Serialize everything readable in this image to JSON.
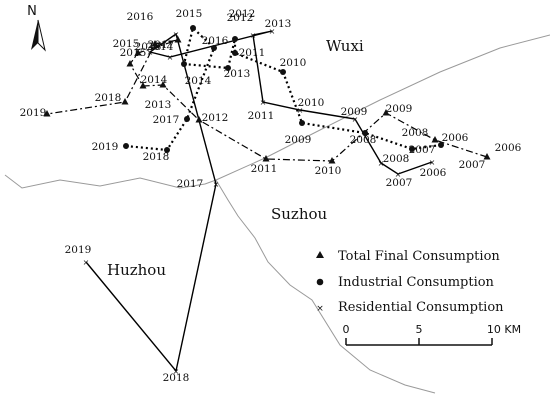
{
  "north_label": "N",
  "cities": {
    "wuxi": "Wuxi",
    "suzhou": "Suzhou",
    "huzhou": "Huzhou"
  },
  "legend": {
    "total": "Total Final Consumption",
    "industrial": "Industrial Consumption",
    "residential": "Residential Consumption"
  },
  "scale_bar": {
    "ticks": [
      "0",
      "5",
      "10 KM"
    ]
  },
  "years": {
    "total": [
      "2006",
      "2007",
      "2008",
      "2009",
      "2010",
      "2011",
      "2012",
      "2013",
      "2014",
      "2015",
      "2016",
      "2017",
      "2018",
      "2019"
    ],
    "industrial": [
      "2006",
      "2007",
      "2008",
      "2009",
      "2010",
      "2011",
      "2012",
      "2013",
      "2014",
      "2015",
      "2016",
      "2017",
      "2018",
      "2019"
    ],
    "residential": [
      "2006",
      "2007",
      "2008",
      "2009",
      "2010",
      "2011",
      "2012",
      "2013",
      "2014",
      "2015",
      "2016",
      "2017",
      "2018",
      "2019"
    ]
  },
  "colors": {
    "ink": "#000000",
    "boundary": "#9a9a9a"
  }
}
